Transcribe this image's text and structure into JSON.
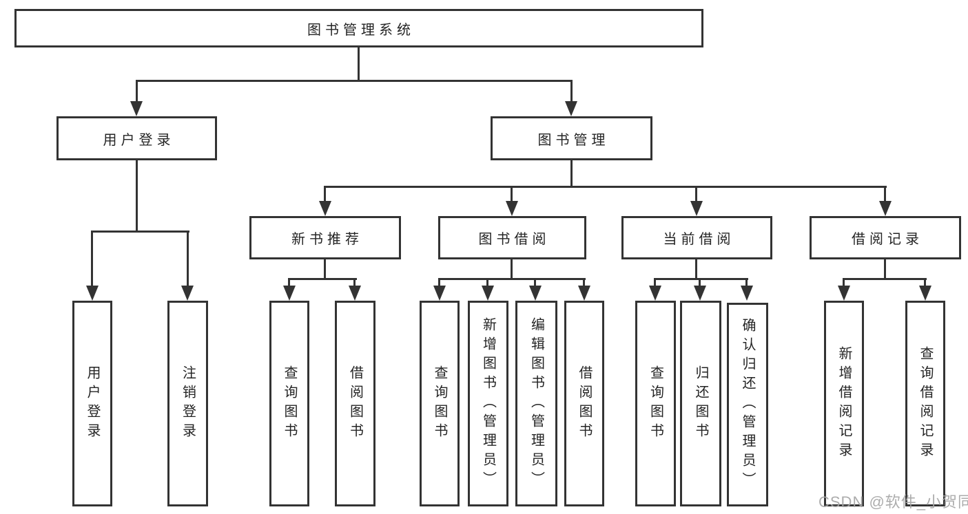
{
  "diagram": {
    "root": {
      "label": "图书管理系统"
    },
    "branches": [
      {
        "label": "用户登录",
        "children": [
          {
            "label": "用户登录"
          },
          {
            "label": "注销登录"
          }
        ]
      },
      {
        "label": "图书管理",
        "sections": [
          {
            "label": "新书推荐",
            "children": [
              {
                "label": "查询图书"
              },
              {
                "label": "借阅图书"
              }
            ]
          },
          {
            "label": "图书借阅",
            "children": [
              {
                "label": "查询图书"
              },
              {
                "label": "新增图书（管理员）"
              },
              {
                "label": "编辑图书（管理员）"
              },
              {
                "label": "借阅图书"
              }
            ]
          },
          {
            "label": "当前借阅",
            "children": [
              {
                "label": "查询图书"
              },
              {
                "label": "归还图书"
              },
              {
                "label": "确认归还（管理员）"
              }
            ]
          },
          {
            "label": "借阅记录",
            "children": [
              {
                "label": "新增借阅记录"
              },
              {
                "label": "查询借阅记录"
              }
            ]
          }
        ]
      }
    ]
  },
  "watermark": {
    "text": "CSDN @软件_小贺同学"
  },
  "colors": {
    "line": "#333333",
    "text": "#242424",
    "background": "#ffffff",
    "watermark": "#a6a6a6"
  }
}
